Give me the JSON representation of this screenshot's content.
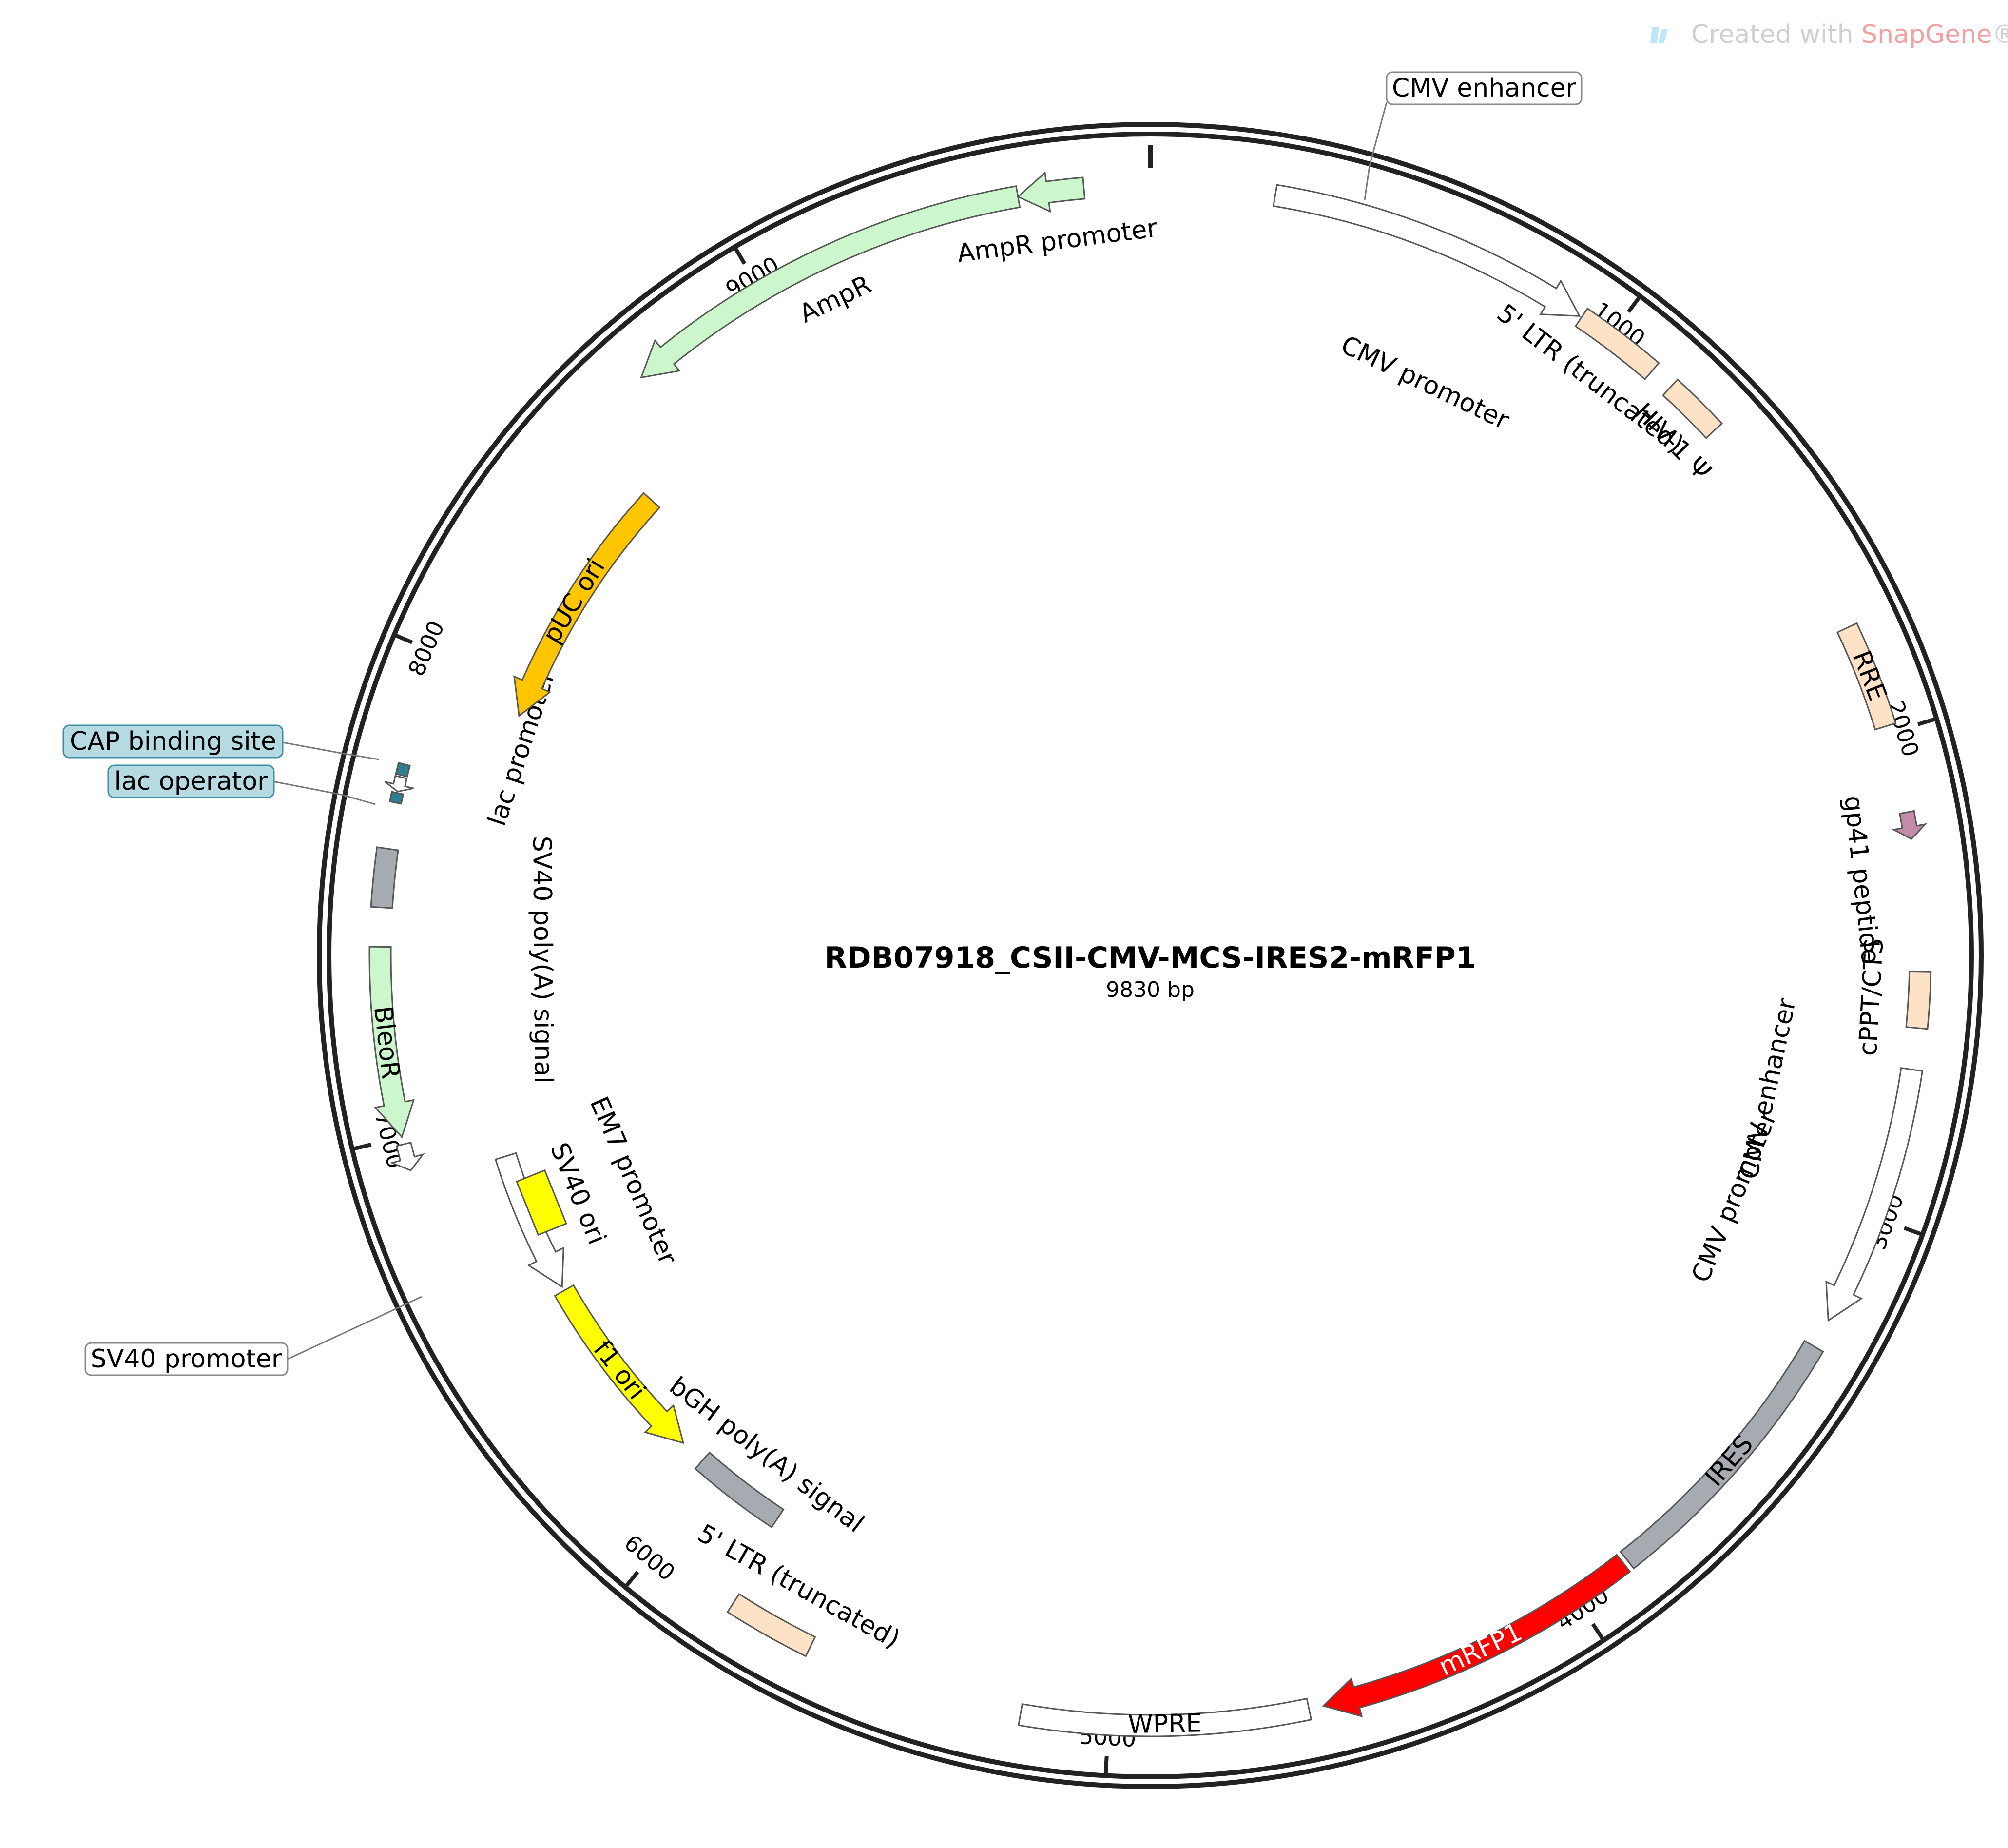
{
  "watermark": {
    "prefix": "Created with ",
    "brand": "SnapGene",
    "suffix": "®"
  },
  "plasmid": {
    "name": "RDB07918_CSII-CMV-MCS-IRES2-mRFP1",
    "size_text": "9830 bp",
    "length": 9830
  },
  "ticks": [
    {
      "pos": 1000,
      "label": "1000"
    },
    {
      "pos": 2000,
      "label": "2000"
    },
    {
      "pos": 3000,
      "label": "3000"
    },
    {
      "pos": 4000,
      "label": "4000"
    },
    {
      "pos": 5000,
      "label": "5000"
    },
    {
      "pos": 6000,
      "label": "6000"
    },
    {
      "pos": 7000,
      "label": "7000"
    },
    {
      "pos": 8000,
      "label": "8000"
    },
    {
      "pos": 9000,
      "label": "9000"
    }
  ],
  "features": [
    {
      "id": "cmv-1",
      "label": "",
      "start": 255,
      "end": 925,
      "dir": 1,
      "fill": "#ffffff",
      "track": 0,
      "width": 44
    },
    {
      "id": "ltr5-1",
      "label": "5' LTR (truncated)",
      "start": 930,
      "end": 1110,
      "dir": 0,
      "fill": "#fde2c6",
      "track": 0,
      "width": 44,
      "labelOffset": -95,
      "labelShift": 0
    },
    {
      "id": "hiv",
      "label": "HIV-1 Ψ",
      "start": 1160,
      "end": 1285,
      "dir": 0,
      "fill": "#fde2c6",
      "track": 0,
      "width": 44,
      "labelOffset": -80,
      "labelShift": 20
    },
    {
      "id": "rre",
      "label": "RRE",
      "start": 1770,
      "end": 1985,
      "dir": 0,
      "fill": "#fde2c6",
      "track": 0,
      "width": 44,
      "labelInside": true
    },
    {
      "id": "gp41",
      "label": "gp41 peptide",
      "start": 2165,
      "end": 2220,
      "dir": 1,
      "fill": "#c48ba8",
      "track": 0,
      "width": 30,
      "labelOffset": -115,
      "labelShift": 100
    },
    {
      "id": "cppt",
      "label": "cPPT/CTS",
      "start": 2490,
      "end": 2605,
      "dir": 0,
      "fill": "#fde2c6",
      "track": 0,
      "width": 44,
      "labelOffset": -95,
      "labelShift": 0
    },
    {
      "id": "cmv-2",
      "label": "",
      "start": 2690,
      "end": 3230,
      "dir": 1,
      "fill": "#ffffff",
      "track": 0,
      "width": 44
    },
    {
      "id": "ires",
      "label": "IRES",
      "start": 3290,
      "end": 3870,
      "dir": 0,
      "fill": "#a6abb2",
      "track": 0,
      "width": 44,
      "labelInside": true
    },
    {
      "id": "mrfp1",
      "label": "mRFP1",
      "start": 3880,
      "end": 4560,
      "dir": 1,
      "fill": "#ff0000",
      "track": 0,
      "width": 44,
      "labelInside": true,
      "labelColor": "#ffffff"
    },
    {
      "id": "wpre",
      "label": "WPRE",
      "start": 4590,
      "end": 5180,
      "dir": 0,
      "fill": "#ffffff",
      "track": 0,
      "width": 44,
      "labelInside": true
    },
    {
      "id": "ltr5-2",
      "label": "5' LTR (truncated)",
      "start": 5630,
      "end": 5810,
      "dir": 0,
      "fill": "#fde2c6",
      "track": 0,
      "width": 44,
      "labelOffset": -95,
      "labelShift": -10
    },
    {
      "id": "bgh",
      "label": "bGH poly(A) signal",
      "start": 5830,
      "end": 6050,
      "dir": 0,
      "fill": "#a6abb2",
      "track": 1,
      "width": 44
    },
    {
      "id": "f1ori",
      "label": "f1 ori",
      "start": 6110,
      "end": 6560,
      "dir": -1,
      "fill": "#ffff00",
      "track": 1,
      "width": 44,
      "labelInside": true
    },
    {
      "id": "sv40prom",
      "label": "",
      "start": 6570,
      "end": 6900,
      "dir": -1,
      "fill": "#ffffff",
      "track": 1,
      "width": 44
    },
    {
      "id": "em7",
      "label": "EM7 promoter",
      "start": 6930,
      "end": 6985,
      "dir": -1,
      "fill": "#ffffff",
      "track": 0,
      "width": 30,
      "labelOffset": -420,
      "labelShift": -230
    },
    {
      "id": "bleor",
      "label": "BleoR",
      "start": 7000,
      "end": 7390,
      "dir": -1,
      "fill": "#ccf7cc",
      "track": 0,
      "width": 44,
      "labelInside": true
    },
    {
      "id": "sv40pa",
      "label": "SV40 poly(A) signal",
      "start": 7470,
      "end": 7590,
      "dir": 0,
      "fill": "#a6abb2",
      "track": 0,
      "width": 44,
      "labelOffset": -330,
      "labelShift": -170
    },
    {
      "id": "lacop",
      "label": "",
      "start": 7685,
      "end": 7705,
      "dir": 0,
      "fill": "#2f7f93",
      "track": 0,
      "width": 24
    },
    {
      "id": "lacprom",
      "label": "lac promoter",
      "start": 7708,
      "end": 7738,
      "dir": -1,
      "fill": "#ffffff",
      "track": 0,
      "width": 24,
      "labelOffset": -225,
      "labelShift": 150
    },
    {
      "id": "cap",
      "label": "",
      "start": 7742,
      "end": 7765,
      "dir": 0,
      "fill": "#2f7f93",
      "track": 0,
      "width": 24
    },
    {
      "id": "puc",
      "label": "pUC ori",
      "start": 7940,
      "end": 8530,
      "dir": -1,
      "fill": "#ffc600",
      "track": 1,
      "width": 44,
      "labelInside": true
    },
    {
      "id": "ampr",
      "label": "AmpR",
      "start": 8700,
      "end": 9560,
      "dir": -1,
      "fill": "#ccf7cc",
      "track": 0,
      "width": 44,
      "labelOffset": -90,
      "labelShift": 0
    },
    {
      "id": "amprprom",
      "label": "AmpR promoter",
      "start": 9560,
      "end": 9695,
      "dir": -1,
      "fill": "#ccf7cc",
      "track": 0,
      "width": 44,
      "labelOffset": -105,
      "labelShift": 0
    }
  ],
  "sv40ori": {
    "label": "SV40 ori"
  },
  "inner_labels": [
    {
      "id": "cmv-prom-1",
      "label": "CMV promoter",
      "pos": 700
    },
    {
      "id": "cmv-enh-2",
      "label": "CMV enhancer",
      "pos": 2790
    },
    {
      "id": "cmv-prom-2",
      "label": "CMV promoter",
      "pos": 3070
    }
  ],
  "callouts": [
    {
      "id": "cmv-enhancer-1",
      "label": "CMV enhancer",
      "boxed": true,
      "fill": "#ffffff"
    },
    {
      "id": "cap-binding-site",
      "label": "CAP binding site",
      "boxed": true,
      "fill": "#b6dae2"
    },
    {
      "id": "lac-operator",
      "label": "lac operator",
      "boxed": true,
      "fill": "#b6dae2"
    },
    {
      "id": "sv40-promoter",
      "label": "SV40 promoter",
      "boxed": true,
      "fill": "#ffffff"
    }
  ]
}
